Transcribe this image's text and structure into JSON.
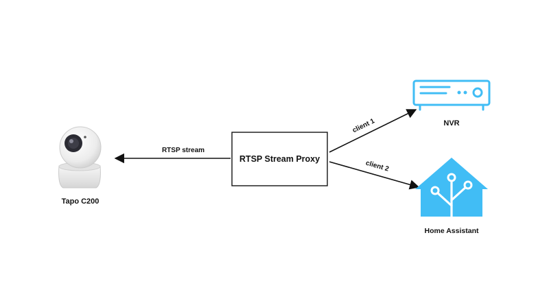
{
  "diagram": {
    "proxy": {
      "label": "RTSP Stream Proxy"
    },
    "camera": {
      "label": "Tapo C200",
      "icon": "camera-icon"
    },
    "nvr": {
      "label": "NVR",
      "icon": "nvr-recorder-icon"
    },
    "home_assistant": {
      "label": "Home Assistant",
      "icon": "home-assistant-logo"
    },
    "edges": {
      "stream": {
        "label": "RTSP stream"
      },
      "client1": {
        "label": "client 1"
      },
      "client2": {
        "label": "client 2"
      }
    }
  },
  "colors": {
    "line": "#111111",
    "accent": "#41BDF5",
    "camera_lens": "#2b2b33",
    "camera_body": "#f2f2f2"
  }
}
